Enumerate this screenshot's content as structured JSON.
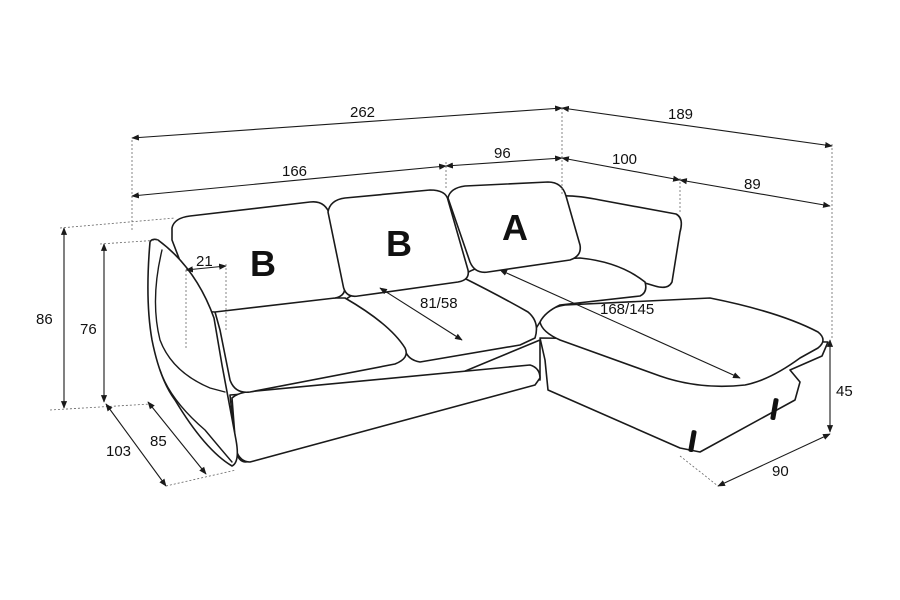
{
  "dimensions": {
    "total_length": "262",
    "chaise_length": "189",
    "sofa_section": "166",
    "middle_section": "96",
    "chaise_inner": "100",
    "chaise_depth": "89",
    "armrest": "21",
    "back_height": "86",
    "seat_back_height": "76",
    "depth": "103",
    "depth_inner": "85",
    "seat_depth": "81/58",
    "sleep_length": "168/145",
    "seat_height": "45",
    "chaise_width": "90"
  },
  "cushions": {
    "left": "B",
    "middle": "B",
    "right": "A"
  },
  "colors": {
    "line": "#1a1a1a",
    "background": "#ffffff"
  }
}
